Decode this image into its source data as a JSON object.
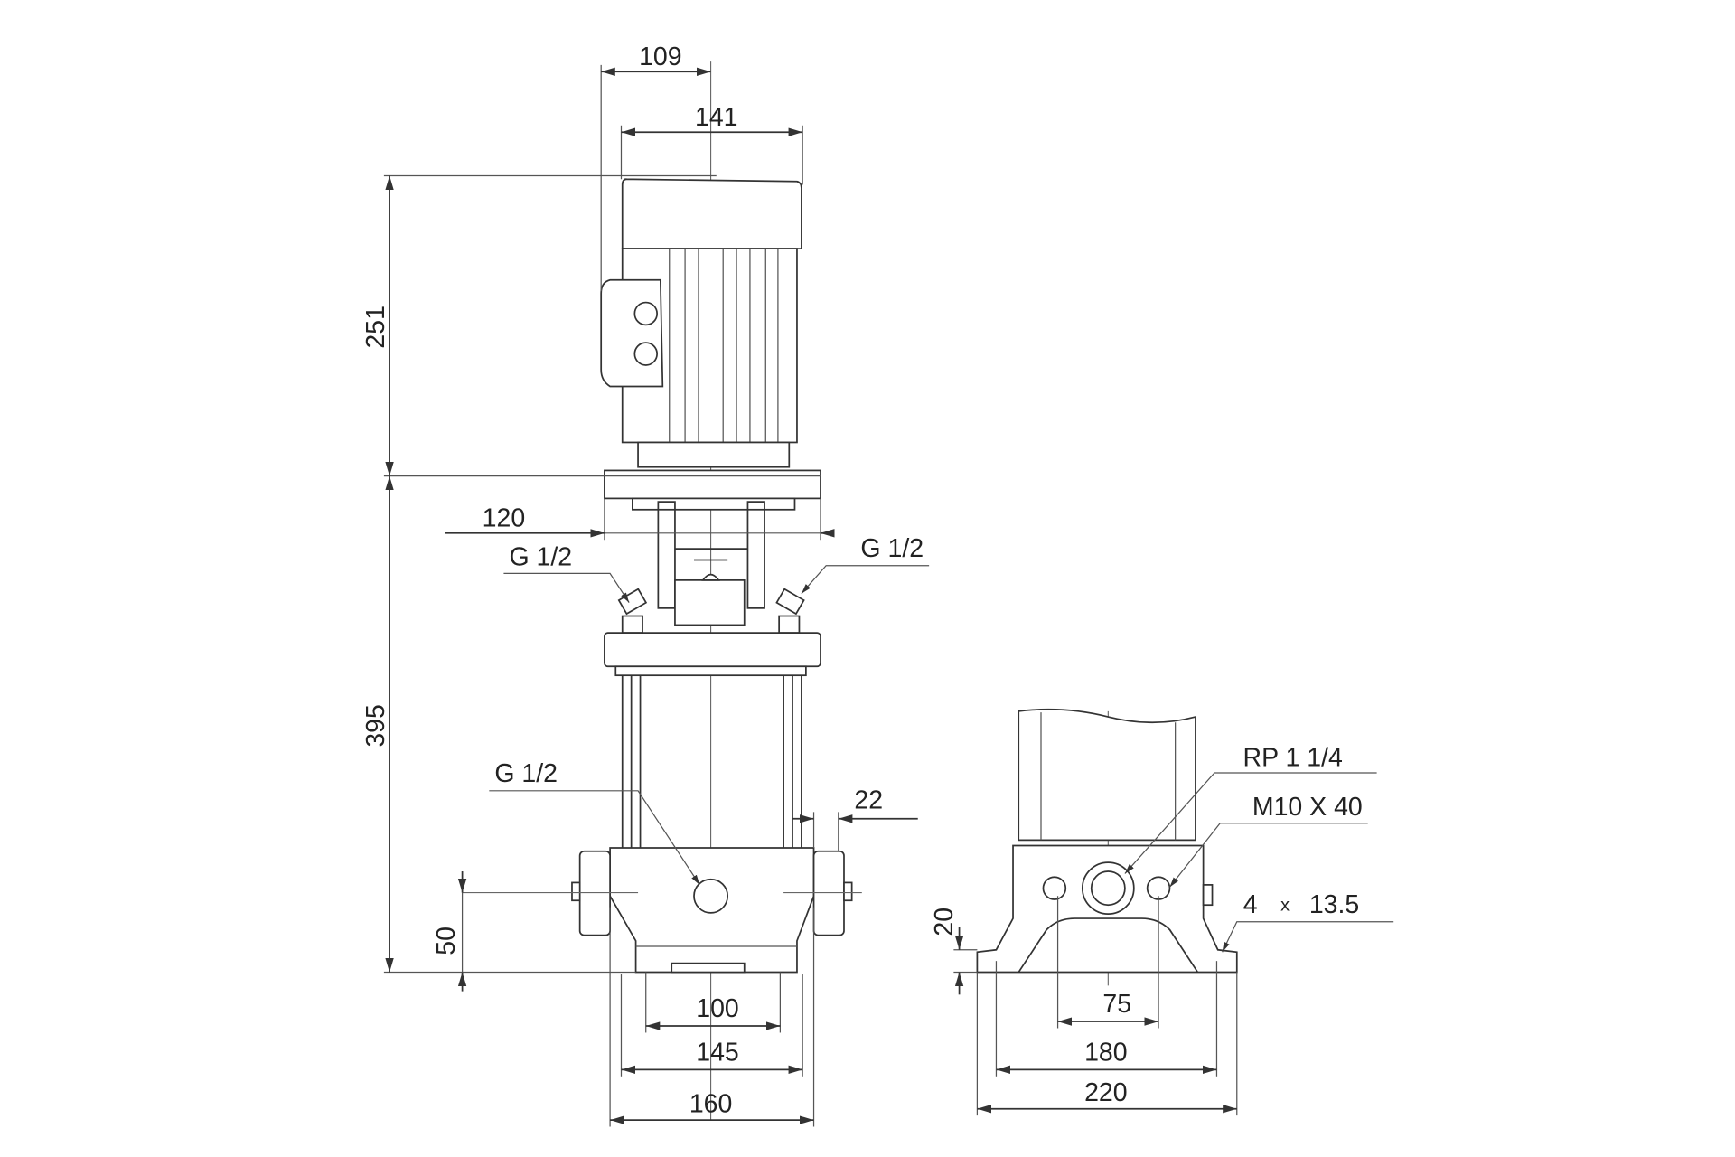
{
  "drawing": {
    "front_view": {
      "dim_109": "109",
      "dim_141": "141",
      "dim_251": "251",
      "dim_395": "395",
      "dim_120": "120",
      "label_g_left": "G 1/2",
      "label_g_right": "G 1/2",
      "label_g_bottom": "G 1/2",
      "dim_22": "22",
      "dim_50": "50",
      "dim_100": "100",
      "dim_145": "145",
      "dim_160": "160"
    },
    "side_view": {
      "label_rp": "RP 1 1/4",
      "label_m10": "M10 X 40",
      "label_holes_count": "4",
      "label_holes_x": "x",
      "label_holes_dia": "13.5",
      "dim_20": "20",
      "dim_75": "75",
      "dim_180": "180",
      "dim_220": "220"
    },
    "line_color": "#333333",
    "background": "#ffffff"
  }
}
